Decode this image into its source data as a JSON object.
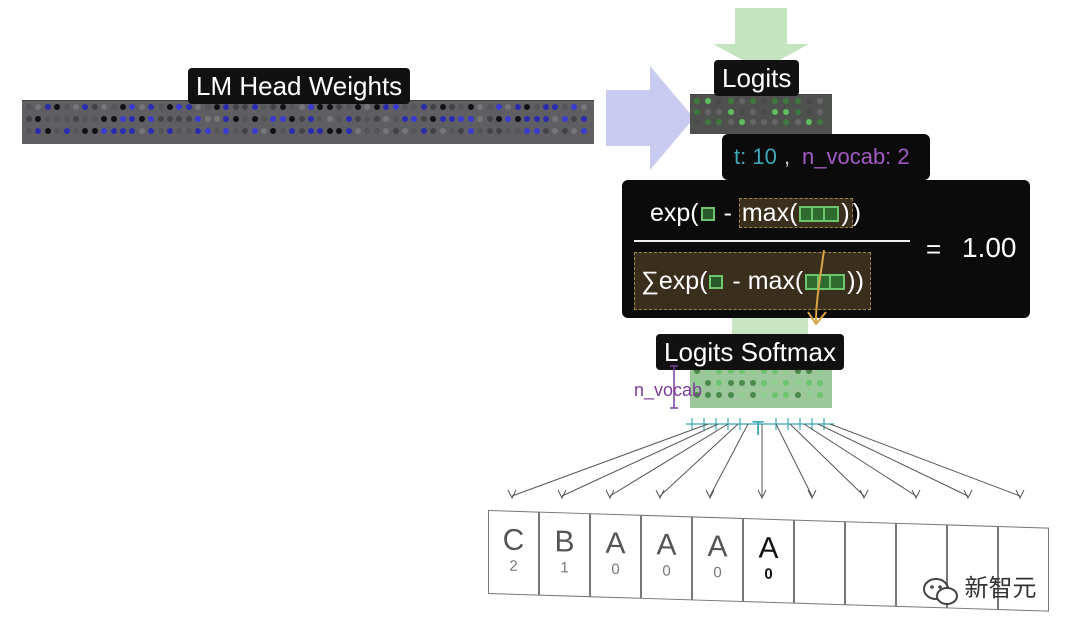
{
  "lm_head": {
    "label": "LM Head Weights"
  },
  "logits": {
    "label": "Logits"
  },
  "tooltip": {
    "t_part": "t: 10",
    "sep": ", ",
    "vocab_part": "n_vocab: 2"
  },
  "formula": {
    "num_exp": "exp(",
    "minus": " - ",
    "max": "max(",
    "close_inner": ")",
    "close_outer": ")",
    "den_sum": "∑exp(",
    "den_close": "))",
    "equals": "=",
    "result": "1.00"
  },
  "softmax": {
    "label": "Logits Softmax"
  },
  "n_vocab_label": "n_vocab",
  "t_marker": "T",
  "tokens": [
    {
      "char": "C",
      "idx": "2"
    },
    {
      "char": "B",
      "idx": "1"
    },
    {
      "char": "A",
      "idx": "0"
    },
    {
      "char": "A",
      "idx": "0"
    },
    {
      "char": "A",
      "idx": "0"
    },
    {
      "char": "A",
      "idx": "0",
      "active": true
    },
    {
      "char": "",
      "idx": ""
    },
    {
      "char": "",
      "idx": ""
    },
    {
      "char": "",
      "idx": ""
    },
    {
      "char": "",
      "idx": ""
    },
    {
      "char": "",
      "idx": ""
    }
  ],
  "watermark": {
    "text": "新智元"
  },
  "colors": {
    "accent_green": "#6cc46c",
    "arrow_lavender": "#b9bde6",
    "teal": "#3ea7b7",
    "purple": "#7b3d9a"
  }
}
